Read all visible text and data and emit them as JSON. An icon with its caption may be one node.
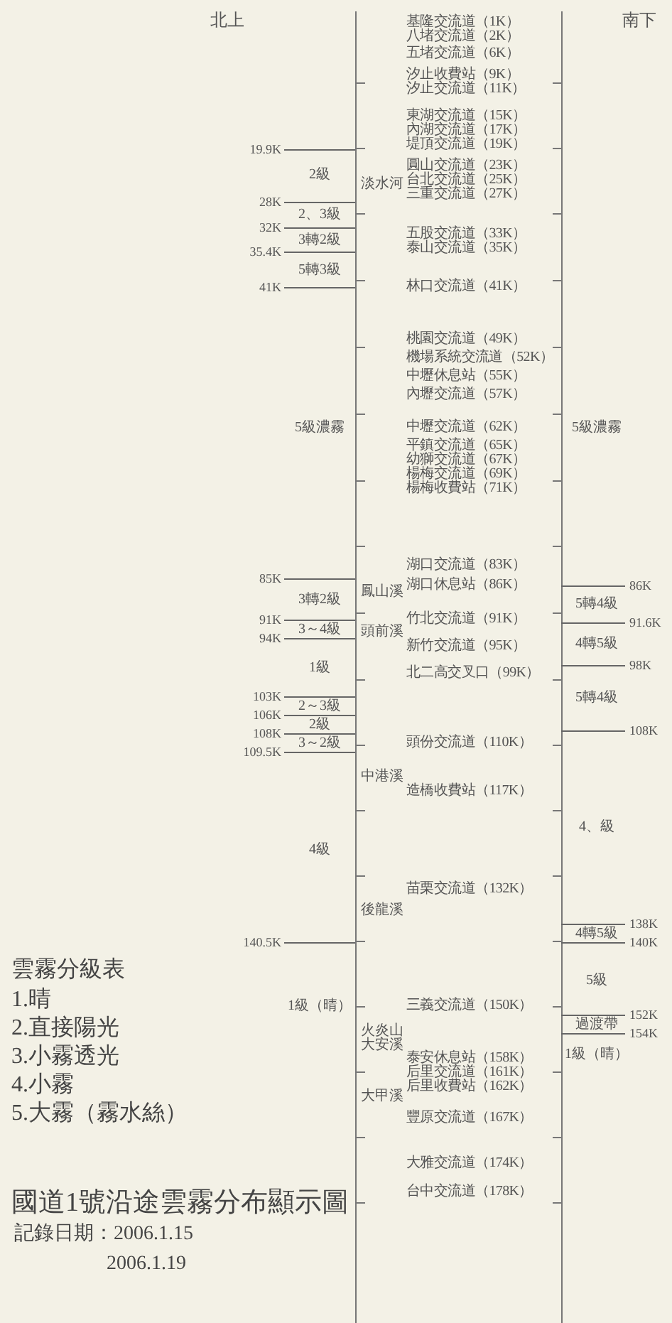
{
  "diagram": {
    "title": "國道1號沿途雲霧分布顯示圖",
    "labels": [
      "北上",
      "南下",
      "基隆交流道（1K）",
      "八堵交流道（2K）",
      "五堵交流道（6K）",
      "汐止收費站（9K）",
      "汐止交流道（11K）",
      "東湖交流道（15K）",
      "內湖交流道（17K）",
      "堤頂交流道（19K）",
      "圓山交流道（23K）",
      "台北交流道（25K）",
      "三重交流道（27K）",
      "五股交流道（33K）",
      "泰山交流道（35K）",
      "林口交流道（41K）",
      "桃園交流道（49K）",
      "機場系統交流道（52K）",
      "中壢休息站（55K）",
      "內壢交流道（57K）",
      "中壢交流道（62K）",
      "平鎮交流道（65K）",
      "幼獅交流道（67K）",
      "楊梅交流道（69K）",
      "楊梅收費站（71K）",
      "湖口交流道（83K）",
      "湖口休息站（86K）",
      "竹北交流道（91K）",
      "新竹交流道（95K）",
      "北二高交叉口（99K）",
      "頭份交流道（110K）",
      "造橋收費站（117K）",
      "苗栗交流道（132K）",
      "三義交流道（150K）",
      "泰安休息站（158K）",
      "后里交流道（161K）",
      "后里收費站（162K）",
      "豐原交流道（167K）",
      "大雅交流道（174K）",
      "台中交流道（178K）",
      "淡水河",
      "鳳山溪",
      "頭前溪",
      "中港溪",
      "後龍溪",
      "火炎山",
      "大安溪",
      "大甲溪",
      "19.9K",
      "28K",
      "32K",
      "35.4K",
      "41K",
      "85K",
      "91K",
      "94K",
      "103K",
      "106K",
      "108K",
      "109.5K",
      "140.5K",
      "2級",
      "2、3級",
      "3轉2級",
      "5轉3級",
      "5級濃霧",
      "3轉2級",
      "3～4級",
      "1級",
      "2～3級",
      "2級",
      "3～2級",
      "4級",
      "1級（晴）",
      "86K",
      "91.6K",
      "98K",
      "108K",
      "138K",
      "140K",
      "152K",
      "154K",
      "5級濃霧",
      "5轉4級",
      "4轉5級",
      "5轉4級",
      "4、級",
      "4轉5級",
      "5級",
      "過渡帶",
      "1級（晴）",
      "雲霧分級表",
      "1.晴",
      "2.直接陽光",
      "3.小霧透光",
      "4.小霧",
      "5.大霧（霧水絲）",
      "記錄日期：2006.1.15",
      "2006.1.19"
    ]
  }
}
